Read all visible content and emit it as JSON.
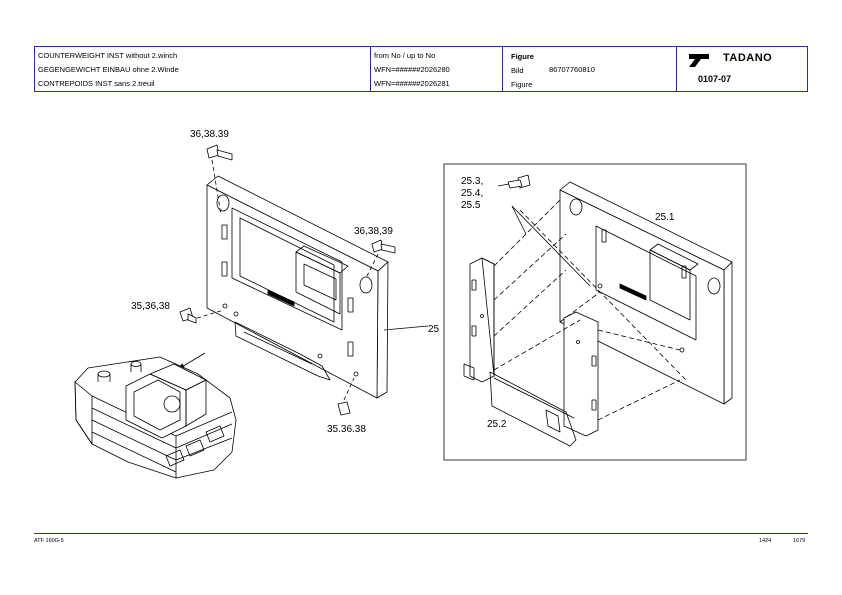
{
  "header": {
    "titles": [
      "COUNTERWEIGHT INST without 2.winch",
      "GEGENGEWICHT EINBAU ohne 2.Winde",
      "CONTREPOIDS INST sans 2.treuil"
    ],
    "ranges": [
      "from No / up to No",
      "WFN=######2026280",
      "WFN=######2026281"
    ],
    "figure_labels": [
      "Figure",
      "Bild",
      "Figure"
    ],
    "part_number": "86707760810",
    "brand": "TADANO",
    "figure_number": "0107-07"
  },
  "callouts": {
    "c1": "36,38.39",
    "c2": "36,38,39",
    "c3": "35,36,38",
    "c4": "25",
    "c5": "35.36.38",
    "c6a": "25.3,",
    "c6b": "25.4,",
    "c6c": "25.5",
    "c7": "25.1",
    "c8": "25.2"
  },
  "footer": {
    "left": "ATF 160G-5",
    "page": "1424",
    "total": "1679"
  },
  "icons": {
    "logo": "tadano-logo-icon"
  },
  "colors": {
    "frame": "#2a2aa8",
    "line": "#000000"
  }
}
